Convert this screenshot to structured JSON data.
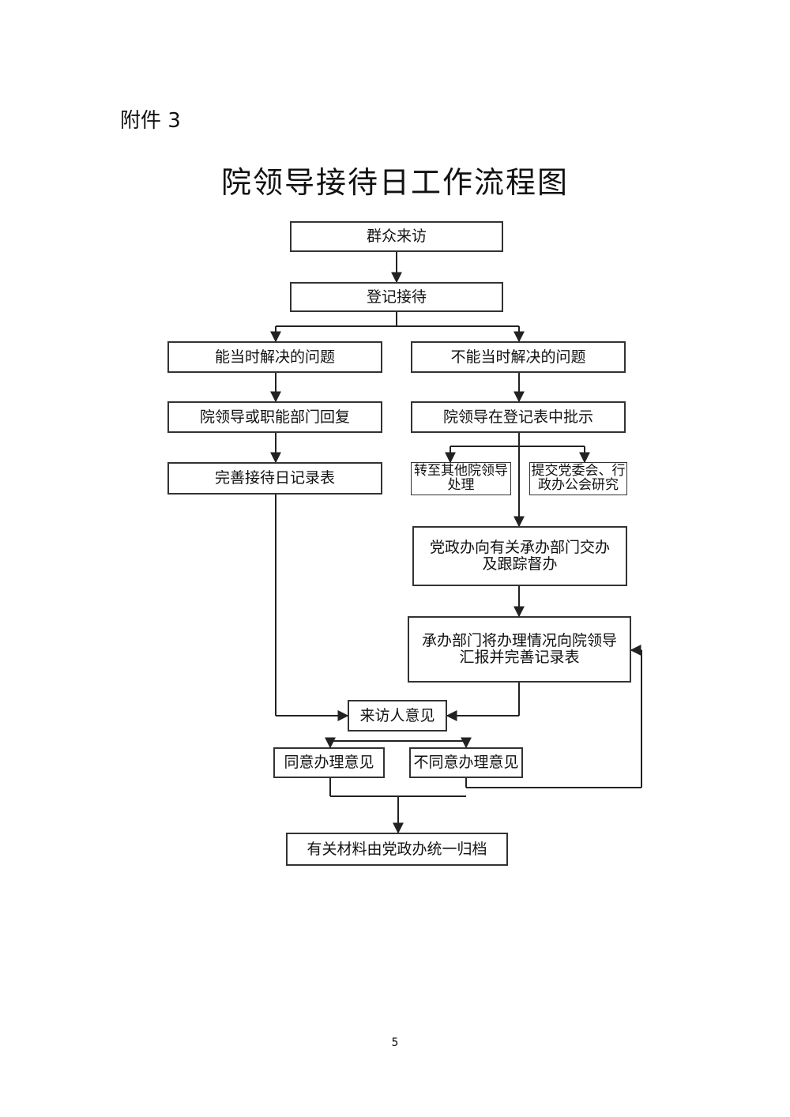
{
  "attachment": "附件 3",
  "title": "院领导接待日工作流程图",
  "nodes": {
    "visit": "群众来访",
    "register": "登记接待",
    "solvable": "能当时解决的问题",
    "unsolvable": "不能当时解决的问题",
    "reply": "院领导或职能部门回复",
    "instruct": "院领导在登记表中批示",
    "complete_record": "完善接待日记录表",
    "transfer_line1": "转至其他院领导",
    "transfer_line2": "处理",
    "submit_line1": "提交党委会、行",
    "submit_line2": "政办公会研究",
    "assign_line1": "党政办向有关承办部门交办",
    "assign_line2": "及跟踪督办",
    "report_line1": "承办部门将办理情况向院领导",
    "report_line2": "汇报并完善记录表",
    "opinion": "来访人意见",
    "agree": "同意办理意见",
    "disagree": "不同意办理意见",
    "archive": "有关材料由党政办统一归档"
  },
  "page_number": "5"
}
